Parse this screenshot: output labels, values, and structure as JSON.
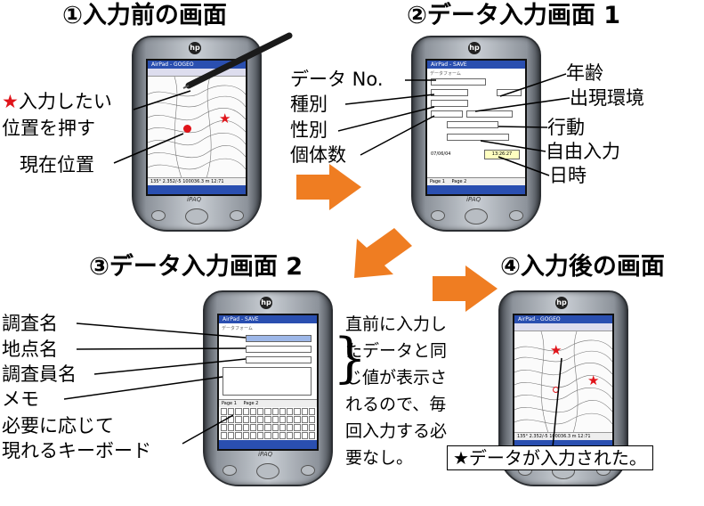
{
  "titles": {
    "p1": "①入力前の画面",
    "p2": "②データ入力画面 1",
    "p3": "③データ入力画面 2",
    "p4": "④入力後の画面"
  },
  "panel1": {
    "star": "★",
    "tap_line1": "入力したい",
    "tap_line2": "位置を押す",
    "current_position": "現在位置"
  },
  "panel2": {
    "data_no": "データ No.",
    "species": "種別",
    "sex": "性別",
    "count": "個体数",
    "age": "年齢",
    "environment": "出現環境",
    "behavior": "行動",
    "free_input": "自由入力",
    "datetime": "日時"
  },
  "panel3": {
    "survey_name": "調査名",
    "site_name": "地点名",
    "surveyor": "調査員名",
    "memo": "メモ",
    "keyboard_line1": "必要に応じて",
    "keyboard_line2": "現れるキーボード",
    "note_line1": "直前に入力し",
    "note_line2": "たデータと同",
    "note_line3": "じ値が表示さ",
    "note_line4": "れるので、毎",
    "note_line5": "回入力する必",
    "note_line6": "要なし。"
  },
  "panel4": {
    "result": "★データが入力された。"
  },
  "device": {
    "brand": "iPAQ",
    "logo": "hp",
    "app_bar_map": "AirPad - GOGEO",
    "app_bar_form": "AirPad - SAVE",
    "status_map": "135° 2.352/-5 100036.3 m 12:71",
    "form_title": "データフォーム",
    "date_value": "07/06/04",
    "time_value": "13:26:27",
    "tab_page1": "Page 1",
    "tab_page2": "Page 2"
  },
  "colors": {
    "arrow": "#ef7d22",
    "star": "#e0141a",
    "screen_bar": "#2a4fb0"
  }
}
